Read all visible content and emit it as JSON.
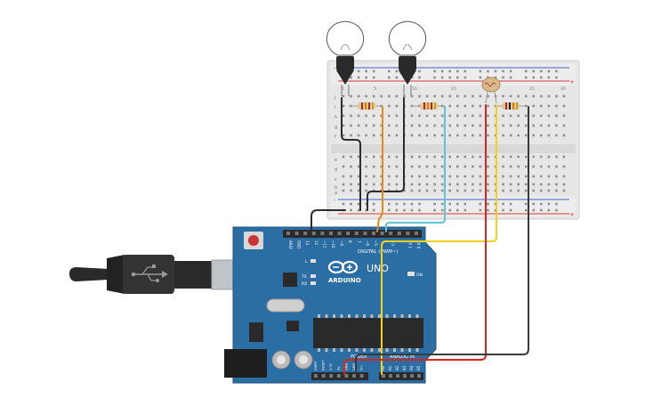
{
  "board": {
    "brand": "ARDUINO",
    "model": "UNO",
    "header_digital": "DIGITAL (PWM~)",
    "header_analog": "ANALOG IN",
    "header_power": "POWER",
    "label_on": "ON",
    "label_tx": "TX",
    "label_rx": "RX",
    "label_l": "L",
    "pins_top": [
      "AREF",
      "GND",
      "13",
      "12",
      "~11",
      "~10",
      "~9",
      "8",
      "7",
      "~6",
      "~5",
      "4",
      "~3",
      "2",
      "TX 1",
      "RX 0"
    ],
    "pins_analog": [
      "A0",
      "A1",
      "A2",
      "A3",
      "A4",
      "A5"
    ],
    "pins_power": [
      "IOREF",
      "RESET",
      "3.3V",
      "5V",
      "GND",
      "GND",
      "Vin"
    ]
  },
  "breadboard": {
    "row_letters_top": [
      "j",
      "i",
      "h",
      "g",
      "f"
    ],
    "row_letters_bottom": [
      "e",
      "d",
      "c",
      "b",
      "a"
    ],
    "col_numbers": [
      "1",
      "5",
      "10",
      "15",
      "20",
      "25",
      "30"
    ],
    "plus": "+",
    "minus": "-"
  },
  "wire_colors": {
    "black": "#2d2d2d",
    "orange": "#e8861a",
    "cyan": "#5fc3d6",
    "yellow": "#f2d21c",
    "red": "#d9231d",
    "grey": "#3a3a3a"
  },
  "colors": {
    "board": "#2b6ea4",
    "board_dark": "#1f5684",
    "breadboard": "#e8e8e8",
    "rail_red": "#d63b3b",
    "rail_blue": "#3b66c9",
    "bulb_base": "#2a2a2a"
  }
}
